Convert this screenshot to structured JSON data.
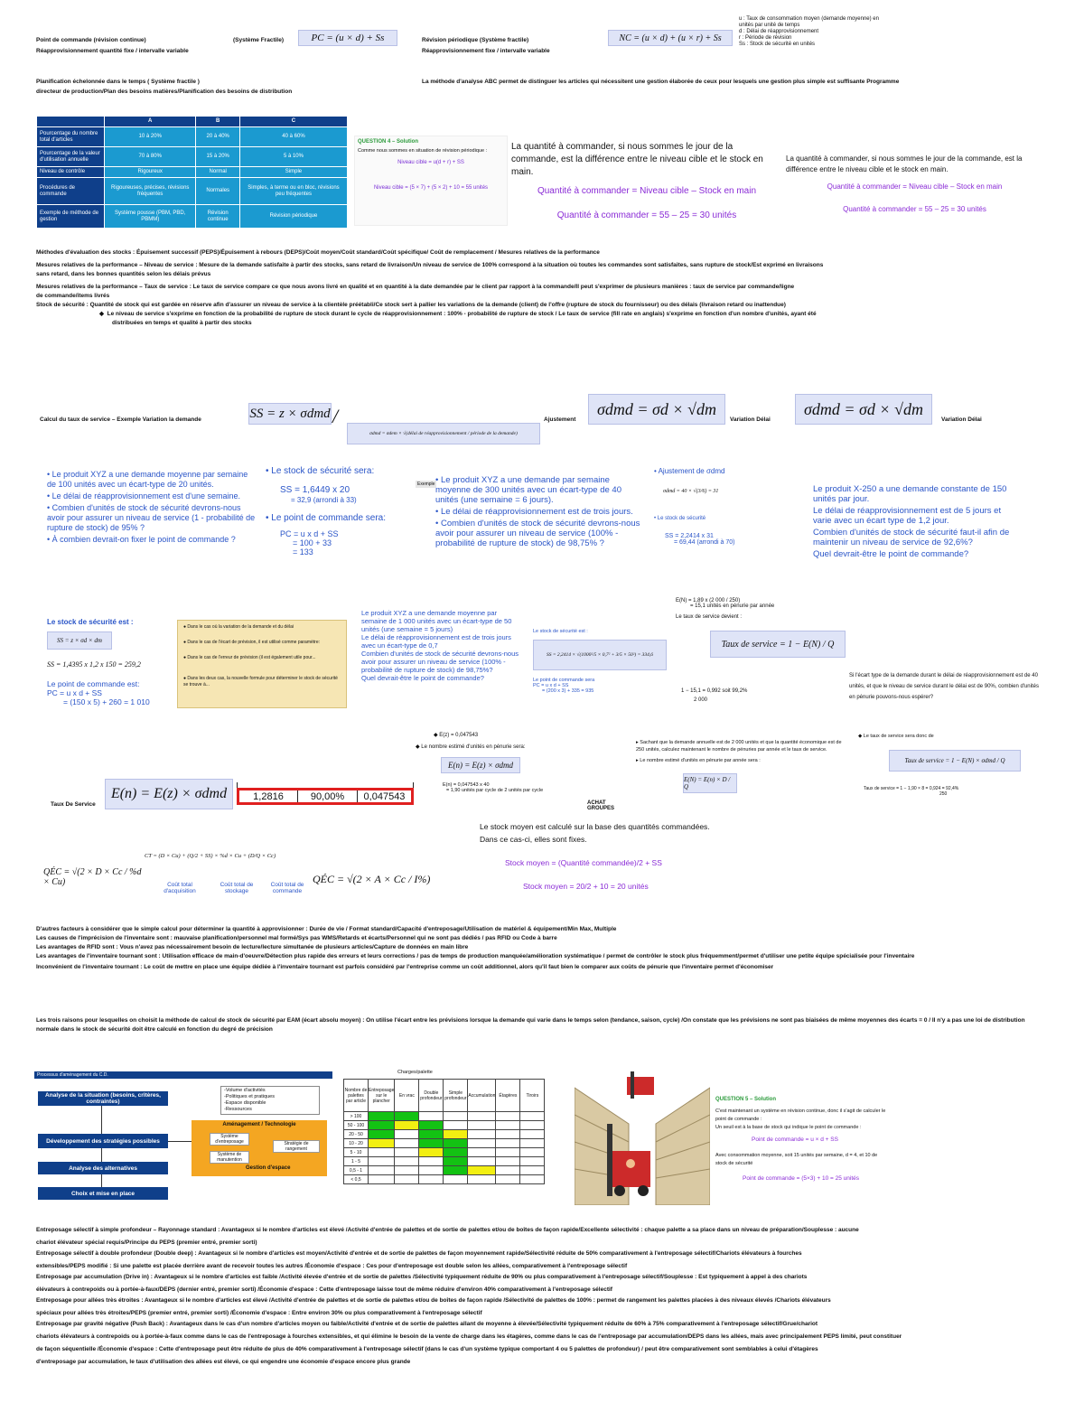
{
  "header": {
    "l1": "Point de commande (révision continue)",
    "l1b": "(Système Fractile)",
    "l1f": "PC = (u × d) + Ss",
    "l2": "Réapprovisionnement quantité fixe / intervalle variable",
    "r1": "Révision périodique (Système fractile)",
    "r1f": "NC = (u × d) + (u × r) + Ss",
    "r2": "Réapprovisionnement fixe / intervalle variable",
    "legend": [
      "u  : Taux de consommation moyen (demande moyenne) en",
      "     unités par unité de temps",
      "d  : Délai de réapprovisionnement",
      "r  : Période de révision",
      "Ss : Stock de sécurité en unités"
    ],
    "plan1": "Planification échelonnée dans le temps ( Système fractile )",
    "plan2": "directeur de production/Plan des besoins matières/Planification des besoins de distribution",
    "abc": "La méthode d'analyse ABC permet de distinguer les articles qui nécessitent une gestion élaborée de ceux pour lesquels une gestion plus simple est suffisante Programme"
  },
  "abc_table": {
    "cols": [
      "",
      "A",
      "B",
      "C"
    ],
    "rows": [
      [
        "Pourcentage du nombre total d'articles",
        "10 à 20%",
        "20 à 40%",
        "40 à 60%"
      ],
      [
        "Pourcentage de la valeur d'utilisation annuelle",
        "70 à 80%",
        "15 à 20%",
        "5 à 10%"
      ],
      [
        "Niveau de contrôle",
        "Rigoureux",
        "Normal",
        "Simple"
      ],
      [
        "Procédures de commande",
        "Rigoureuses, précises, révisions fréquentes",
        "Normales",
        "Simples, à terme ou en bloc, révisions peu fréquentes"
      ],
      [
        "Exemple de méthode de gestion",
        "Système pousse (PBM, PBD, PBMM)",
        "Révision continue",
        "Révision périodique"
      ]
    ]
  },
  "question_box": {
    "title": "QUESTION 4 – Solution",
    "l1": "Comme nous sommes en situation de révision périodique :",
    "l2": "Niveau cible = u(d + r) + SS",
    "l3": "Niveau cible = (5 × 7) + (5 × 2) + 10 = 55 unités"
  },
  "callout1": {
    "text": "La quantité à commander, si nous sommes le jour de la commande, est la différence entre le niveau cible et le stock en main.",
    "f1": "Quantité à commander = Niveau cible – Stock en main",
    "f2": "Quantité à commander = 55 – 25 = 30 unités"
  },
  "callout2": {
    "text": "La quantité à commander, si nous sommes le jour de la commande, est la différence entre le niveau cible et le stock en main.",
    "f1": "Quantité à commander = Niveau cible – Stock en main",
    "f2": "Quantité à commander = 55 – 25 = 30 unités"
  },
  "methods": [
    "Méthodes d'évaluation des stocks : Épuisement successif (PEPS)/Épuisement à rebours (DEPS)/Coût moyen/Coût standard/Coût spécifique/ Coût de remplacement / Mesures relatives de la performance",
    "Mesures relatives de la performance – Niveau de service : Mesure de la demande satisfaite à partir des stocks, sans retard de livraison/Un niveau de service de 100% correspond à la situation où toutes les commandes sont satisfaites, sans rupture de stock/Est exprimé en livraisons",
    "sans retard, dans les bonnes quantités selon les délais prévus",
    "Mesures relatives de la performance – Taux de service : Le taux de service compare ce que nous avons livré en qualité et en quantité à la date demandée par le client par rapport à la commande/Il peut s'exprimer de plusieurs manières : taux de service par commande/ligne",
    "de commande/items livrés",
    "Stock de sécurité : Quantité de stock qui est gardée en réserve afin d'assurer un niveau de service à la clientèle préétabli/Ce stock sert à pallier les variations de la demande (client) de l'offre (rupture de stock du fournisseur) ou des délais (livraison retard ou inattendue)",
    "Le niveau de service s'exprime en fonction de la probabilité de rupture de stock durant le cycle de réapprovisionnement : 100% - probabilité de rupture de stock / Le taux de service (fill rate en anglais) s'exprime en fonction d'un nombre d'unités, ayant été",
    "distribuées en temps et qualité à partir des stocks"
  ],
  "calc": {
    "label": "Calcul du taux de service – Exemple Variation la demande",
    "f_ss": "SS = z × σdmd",
    "f_mid": "σdmd = σdem × √(délai de réapprovisionnement / période de la demande)",
    "a_label": "Ajustement",
    "f_aj1": "σdmd = σd × √dm",
    "v1": "Variation Délai",
    "f_aj2": "σdmd = σd × √dm",
    "v2": "Variation Délai"
  },
  "ex1": [
    "Le produit XYZ a une demande moyenne par semaine de 100 unités avec un écart-type de 20 unités.",
    "Le délai de réapprovisionnement est d'une semaine.",
    "Combien d'unités de stock de sécurité devrons-nous avoir pour assurer un niveau de service (1 - probabilité de rupture de stock) de 95% ?",
    "À combien devrait-on fixer le point de commande ?"
  ],
  "ex2": {
    "t1": "Le stock de sécurité sera:",
    "f1": "SS = 1,6449 x 20",
    "f1b": "= 32,9 (arrondi à 33)",
    "t2": "Le point de commande sera:",
    "f2": "PC = u x d + SS",
    "f2b": "= 100 + 33",
    "f2c": "= 133"
  },
  "ex3": {
    "tag": "Exemple",
    "lines": [
      "Le produit XYZ a une demande par semaine moyenne de 300 unités avec un écart-type de 40 unités (une semaine = 6 jours).",
      "Le délai de réapprovisionnement est de trois jours.",
      "Combien d'unités de stock de sécurité devrons-nous avoir pour assurer un niveau de service (100% - probabilité de rupture de stock) de 98,75% ?"
    ]
  },
  "ex4": {
    "t1": "Ajustement de σdmd",
    "f1": "σdmd = 40 × √(3/6) = 31",
    "t2": "Le stock de sécurité",
    "f2": "SS = 2,2414 x 31",
    "f2b": "= 69,44 (arrondi à 70)"
  },
  "ex5": [
    "Le produit X-250 a une demande constante de 150 unités par jour.",
    "Le délai de réapprovisionnement est de 5 jours et varie avec un écart type de 1,2 jour.",
    "Combien d'unités de stock de sécurité faut-il afin de maintenir un niveau de service de 92,6%?",
    "Quel devrait-être le point de commande?"
  ],
  "ex6": {
    "t1": "Le stock de sécurité est :",
    "f1": "SS = z × σd × dm",
    "f2": "SS = 1,4395 x 1,2 x 150 = 259,2",
    "t2": "Le point de commande est:",
    "f3": "PC = u x d + SS",
    "f4": "= (150 x 5) + 260 = 1 010"
  },
  "tan_box": [
    "Dans le cas où la variation de la demande et du délai",
    "Dans le cas de l'écart de prévision, il est utilisé comme paramètre:",
    "Dans le cas de l'erreur de prévision (il est également utile pour...",
    "Dans les deux cas, la nouvelle formule pour déterminer le stock de sécurité se trouve à..."
  ],
  "ex7": [
    "Le produit XYZ a une demande moyenne par semaine de 1 000 unités avec un écart-type de 50 unités (une semaine = 5 jours)",
    "Le délai de réapprovisionnement est de trois jours avec un écart-type de 0,7",
    "Combien d'unités de stock de sécurité devrons-nous avoir pour assurer un niveau de service (100% - probabilité de rupture de stock) de 98,75%?",
    "Quel devrait-être le point de commande?"
  ],
  "ex8": {
    "t1": "Le stock de sécurité est :",
    "f1": "SS = 2,2414 × √(1000²/5 × 0,7² + 3/5 × 50²) = 334,6",
    "t2": "Le point de commande sera",
    "f2": "PC = u x d + SS",
    "f3": "= (200 x 3) + 335 = 935"
  },
  "ex9": {
    "l1": "E(N) = 1,89 x (2 000 / 250)",
    "l2": "= 15,1 unités en pénurie par année",
    "l3": "Le taux de service devient :",
    "f": "Taux de service = 1 − E(N) / Q",
    "l4": "1 −  15,1   = 0,992 soit 99,2%",
    "l4b": "2 000",
    "note": "Si l'écart type de la demande durant le délai de réapprovisionnement est de 40 unités, et que le niveau de service durant le délai est de 90%, combien d'unités en pénurie pouvons-nous espérer?"
  },
  "ex10": {
    "b1": "E(z) = 0,047543",
    "b2": "Le nombre estimé d'unités en pénurie sera:",
    "f": "E(n) = E(z) × σdmd",
    "l1": "E(n) = 0,047543 x 40",
    "l2": "= 1,90 unités par cycle de 2 unités par cycle",
    "tag": "ACHAT GROUPES"
  },
  "ex11": {
    "b1": "Sachant que la demande annuelle est de 2 000 unités et que la quantité économique est de 250 unités, calculez maintenant le nombre de pénuries par année et le taux de service.",
    "b2": "Le nombre estimé d'unités en pénurie par année sera :",
    "f": "E(N) = E(n) × D / Q"
  },
  "ex12": {
    "b1": "Le taux de service sera donc de",
    "f": "Taux de service = 1 − E(N) × σdmd / Q",
    "l1": "Taux de service = 1 − 1,90 × 8 = 0,924 = 92,4%",
    "l1b": "250"
  },
  "taux_label": "Taux De Service",
  "taux_formula": "E(n) = E(z) × σdmd",
  "result_table": [
    "1,2816",
    "90,00%",
    "0,047543"
  ],
  "stock_moyen": {
    "l1": "Le stock moyen est calculé sur la base des quantités commandées.",
    "l2": "Dans ce cas-ci, elles sont fixes.",
    "f1": "Stock moyen = (Quantité commandée)/2 + SS",
    "f2": "Stock moyen = 20/2 + 10 = 20 unités"
  },
  "qec": {
    "f": "QÉC = √(2 × D × Cc / %d × Cu)",
    "ct": "CT = (D × Cu) + (Q/2 + SS) × %d × Cu + (D/Q × Cc)",
    "c1": "Coût total d'acquisition",
    "c2": "Coût total de stockage",
    "c3": "Coût total de commande",
    "f2": "QÉC = √(2 × A × Cc / I%)"
  },
  "factors": [
    "D'autres facteurs à considérer que le simple calcul pour déterminer la quantité à approvisionner : Durée de vie / Format standard/Capacité d'entreposage/Utilisation de matériel & équipement/Min Max, Multiple",
    "Les causes de l'imprécision de l'inventaire sont : mauvaise planification/personnel mal formé/Sys pas WMS/Retards et écarts/Personnel qui ne sont pas dédiés / pas RFID ou Code à barre",
    "Les avantages de RFID sont : Vous n'avez pas nécessairement besoin de lecture/lecture simultanée de plusieurs articles/Capture de données en main libre",
    "Les avantages de l'inventaire tournant sont : Utilisation efficace de main-d'oeuvre/Détection plus rapide des erreurs et leurs corrections / pas de temps de production manquée/amélioration systématique / permet de contrôler le stock plus fréquemment/permet d'utiliser une petite équipe spécialisée pour l'inventaire",
    "Inconvénient de l'inventaire tournant : Le coût de mettre en place une équipe dédiée à l'inventaire tournant est parfois considéré par l'entreprise comme un coût additionnel, alors qu'il faut bien le comparer aux coûts de pénurie que l'inventaire permet d'économiser"
  ],
  "three_reasons": "Les trois raisons pour lesquelles on choisit la méthode de calcul de stock de sécurité par EAM (écart absolu moyen) : On utilise l'écart entre les prévisions lorsque la demande qui varie dans le temps selon (tendance, saison, cycle) /On constate que les prévisions ne sont pas biaisées de même moyennes des écarts = 0 / Il n'y a pas une loi de distribution normale dans le stock de sécurité doit être calculé en fonction du degré de précision",
  "flow": {
    "title": "Processus d'aménagement du C.D.",
    "b1": "Analyse de la situation (besoins, critères, contraintes)",
    "b2": "Développement des stratégies possibles",
    "b3": "Analyse des alternatives",
    "b4": "Choix et mise en place",
    "inputs": [
      "-Volume d'activités",
      "-Politiques et pratiques",
      "-Espace disponible",
      "-Ressources"
    ],
    "amen": "Aménagement / Technologie",
    "s1": "Système d'entreposage",
    "s2": "Système de manutention",
    "s3": "Stratégie de rangement",
    "s4": "Gestion d'espace"
  },
  "rack": {
    "header_top": "Charges/palette",
    "cols": [
      "Nombre de palettes par article",
      "Entreposage sur le plancher",
      "En vrac",
      "Double profondeur",
      "Simple profondeur",
      "Accumulation",
      "Étagères",
      "Tiroirs"
    ],
    "rows": [
      "> 100",
      "50 - 100",
      "20 - 50",
      "10 - 20",
      "5 - 10",
      "1 - 5",
      "0,5 - 1",
      "< 0,5"
    ]
  },
  "q5": {
    "title": "QUESTION 5 – Solution",
    "l1": "C'est maintenant un système en révision continue, donc il s'agit de calculer le point de commande :",
    "l2": "Un seuil est à la base de stock qui indique le point de commande :",
    "f1": "Point de commande = u × d + SS",
    "l3": "Avec consommation moyenne, soit 15 unités par semaine, d = 4, et 10 de stock de sécurité",
    "f2": "Point de commande = (5×3) + 10 = 25 unités"
  },
  "storage": [
    "Entreposage sélectif à simple profondeur – Rayonnage standard : Avantageux si le nombre d'articles est élevé /Activité d'entrée de palettes et de sortie de palettes et/ou de boîtes de façon rapide/Excellente sélectivité : chaque palette a sa place dans un niveau de préparation/Souplesse : aucune",
    "chariot élévateur spécial requis/Principe du PEPS (premier entré, premier sorti)",
    "Entreposage sélectif à double profondeur (Double deep) : Avantageux si le nombre d'articles est moyen/Activité d'entrée et de sortie de palettes de façon moyennement rapide/Sélectivité réduite de 50% comparativement à l'entreposage sélectif/Chariots élévateurs à fourches",
    "extensibles/PEPS modifié : Si une palette est placée derrière avant de recevoir toutes les autres /Économie d'espace : Ces pour d'entreposage est double selon les allées, comparativement à l'entreposage sélectif",
    "Entreposage par accumulation (Drive in) : Avantageux si le nombre d'articles est faible /Activité élevée d'entrée et de sortie de palettes /Sélectivité typiquement réduite de 90% ou plus comparativement à l'entreposage sélectif/Souplesse : Est typiquement à appel à des chariots",
    "élévateurs à contrepoids ou à portée-à-faux/DEPS (dernier entré, premier sorti) /Économie d'espace : Cette d'entreposage laisse tout de même réduire d'environ 40% comparativement à l'entreposage sélectif",
    "Entreposage pour allées très étroites : Avantageux si le nombre d'articles est élevé /Activité d'entrée de palettes et de sortie de palettes et/ou de boîtes de façon rapide /Sélectivité de palettes de 100% : permet de rangement les palettes placées à des niveaux élevés /Chariots élévateurs",
    "spéciaux pour allées très étroites/PEPS (premier entré, premier sorti) /Économie d'espace : Entre environ 30% ou plus comparativement à l'entreposage sélectif",
    "Entreposage par gravité négative (Push Back) : Avantageux dans le cas d'un nombre d'articles moyen ou faible/Activité d'entrée et de sortie de palettes allant de moyenne à élevée/Sélectivité typiquement réduite de 60% à 75% comparativement à l'entreposage sélectif/Grue/chariot",
    "chariots élévateurs à contrepoids ou à portée-à-faux comme dans le cas de l'entreposage à fourches extensibles, et qui élimine le besoin de la vente de charge dans les étagères, comme dans le cas de l'entreposage par accumulation/DEPS dans les allées, mais avec principalement PEPS limité, peut constituer",
    "de façon séquentielle /Économie d'espace : Cette d'entreposage peut être réduite de plus de 40% comparativement à l'entreposage sélectif (dans le cas d'un système typique comportant 4 ou 5 palettes de profondeur) / peut être comparativement sont semblables à celui d'étagères",
    "d'entreposage par accumulation, le taux d'utilisation des allées est élevé, ce qui engendre une économie d'espace encore plus grande"
  ]
}
